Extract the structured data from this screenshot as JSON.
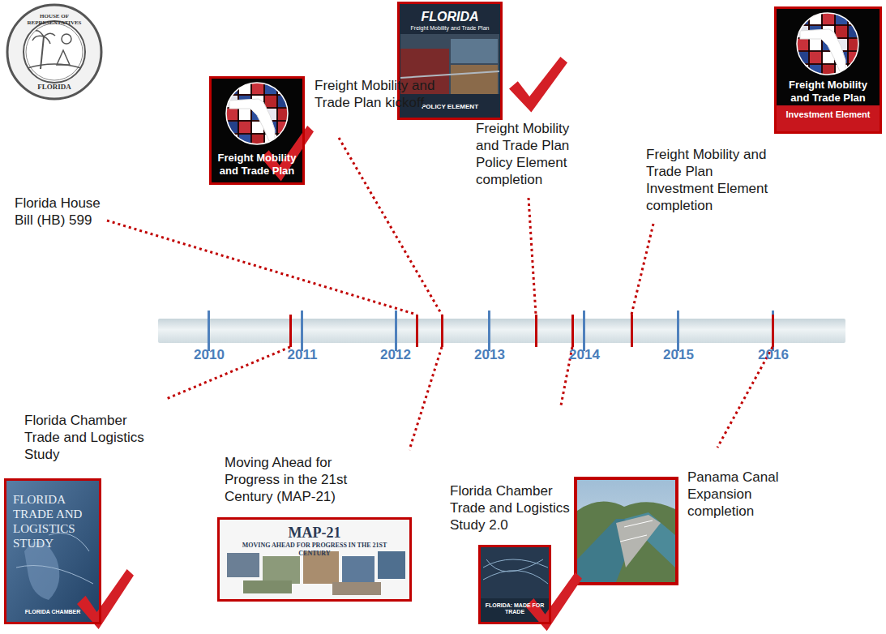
{
  "diagram": {
    "nodes": [
      {
        "text": [
          "HOUSE OF REPRESENTATIVES",
          "FLORIDA"
        ]
      },
      {
        "text": [
          "Freight Mobility and Trade Plan"
        ]
      },
      {
        "text": [
          "FLORIDA",
          "Freight Mobility and Trade Plan",
          "POLICY ELEMENT"
        ]
      },
      {
        "text": [
          "Freight Mobility and Trade Plan",
          "Investment Element"
        ]
      },
      {
        "text": [
          "FLORIDA TRADE AND LOGISTICS STUDY",
          "FLORIDA CHAMBER"
        ]
      },
      {
        "text": [
          "MAP-21",
          "MOVING AHEAD FOR PROGRESS IN THE 21ST CENTURY"
        ]
      },
      {
        "text": [
          "FLORIDA: MADE FOR TRADE"
        ]
      }
    ],
    "labels": [
      "Florida House Bill (HB) 599",
      "Freight Mobility and Trade Plan kickoff",
      "Freight Mobility and Trade Plan Policy Element completion",
      "Freight Mobility and Trade Plan Investment Element completion",
      "Florida Chamber Trade and Logistics Study",
      "Moving Ahead for Progress in the 21st Century (MAP-21)",
      "Florida Chamber Trade and Logistics Study 2.0",
      "Panama Canal Expansion completion",
      "2010",
      "2011",
      "2012",
      "2013",
      "2014",
      "2015",
      "2016"
    ]
  }
}
